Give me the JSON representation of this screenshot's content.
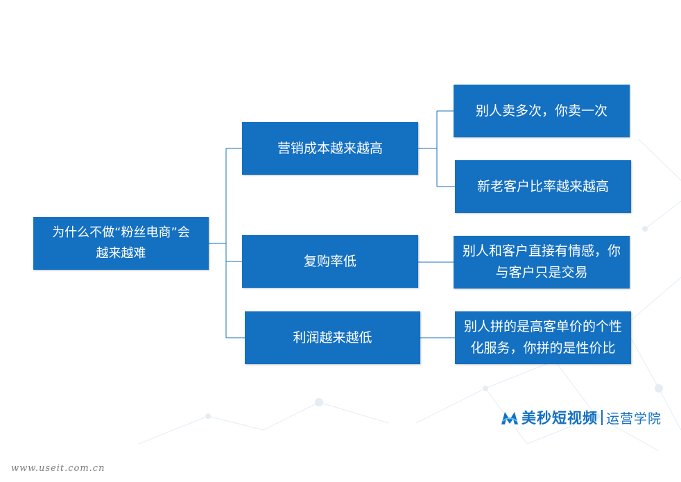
{
  "root": {
    "line1": "为什么不做“粉丝电商”会",
    "line2": "越来越难"
  },
  "branches": [
    {
      "label": "营销成本越来越高"
    },
    {
      "label": "复购率低"
    },
    {
      "label": "利润越来越低"
    }
  ],
  "leaves": [
    {
      "line1": "别人卖多次，你卖一次"
    },
    {
      "line1": "新老客户比率越来越高"
    },
    {
      "line1": "别人和客户直接有情感，你",
      "line2": "与客户只是交易"
    },
    {
      "line1": "别人拼的是高客单价的个性",
      "line2": "化服务，你拼的是性价比"
    }
  ],
  "brand": {
    "name": "美秒短视频",
    "sub": "运营学院"
  },
  "watermark": "www.useit.com.cn",
  "colors": {
    "node_fill": "#1470c1",
    "connector": "#1470c1",
    "background_network": "#dfe9f4"
  }
}
